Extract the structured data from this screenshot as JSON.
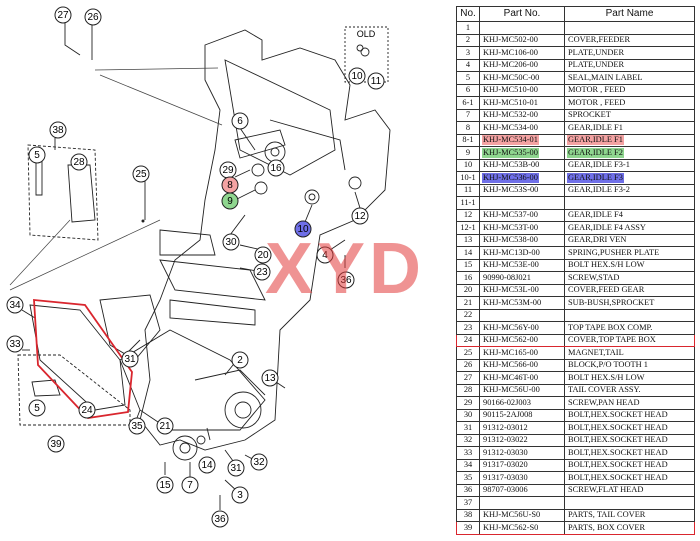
{
  "table": {
    "headers": [
      "No.",
      "Part No.",
      "Part Name"
    ],
    "rows": [
      {
        "no": "1",
        "part": "",
        "name": "",
        "hl": ""
      },
      {
        "no": "2",
        "part": "KHJ-MC502-00",
        "name": "COVER,FEEDER",
        "hl": ""
      },
      {
        "no": "3",
        "part": "KHJ-MC106-00",
        "name": "PLATE,UNDER",
        "hl": ""
      },
      {
        "no": "4",
        "part": "KHJ-MC206-00",
        "name": "PLATE,UNDER",
        "hl": ""
      },
      {
        "no": "5",
        "part": "KHJ-MC50C-00",
        "name": "SEAL,MAIN LABEL",
        "hl": ""
      },
      {
        "no": "6",
        "part": "KHJ-MC510-00",
        "name": "MOTOR , FEED",
        "hl": ""
      },
      {
        "no": "6-1",
        "part": "KHJ-MC510-01",
        "name": "MOTOR , FEED",
        "hl": ""
      },
      {
        "no": "7",
        "part": "KHJ-MC532-00",
        "name": "SPROCKET",
        "hl": ""
      },
      {
        "no": "8",
        "part": "KHJ-MC534-00",
        "name": "GEAR,IDLE F1",
        "hl": ""
      },
      {
        "no": "8-1",
        "part": "KHJ-MC534-01",
        "name": "GEAR,IDLE F1",
        "hl": "red"
      },
      {
        "no": "9",
        "part": "KHJ-MC535-00",
        "name": "GEAR,IDLE F2",
        "hl": "green"
      },
      {
        "no": "10",
        "part": "KHJ-MC53B-00",
        "name": "GEAR,IDLE F3-1",
        "hl": ""
      },
      {
        "no": "10-1",
        "part": "KHJ-MC536-00",
        "name": "GEAR,IDLE F3",
        "hl": "blue"
      },
      {
        "no": "11",
        "part": "KHJ-MC53S-00",
        "name": "GEAR,IDLE F3-2",
        "hl": ""
      },
      {
        "no": "11-1",
        "part": "",
        "name": "",
        "hl": ""
      },
      {
        "no": "12",
        "part": "KHJ-MC537-00",
        "name": "GEAR,IDLE F4",
        "hl": ""
      },
      {
        "no": "12-1",
        "part": "KHJ-MC53T-00",
        "name": "GEAR,IDLE F4 ASSY",
        "hl": ""
      },
      {
        "no": "13",
        "part": "KHJ-MC538-00",
        "name": "GEAR,DRI VEN",
        "hl": ""
      },
      {
        "no": "14",
        "part": "KHJ-MC13D-00",
        "name": "SPRING,PUSHER PLATE",
        "hl": ""
      },
      {
        "no": "15",
        "part": "KHJ-MC53E-00",
        "name": "BOLT HEX.S/H LOW",
        "hl": ""
      },
      {
        "no": "16",
        "part": "90990-08J021",
        "name": "SCREW,STAD",
        "hl": ""
      },
      {
        "no": "20",
        "part": "KHJ-MC53L-00",
        "name": "COVER,FEED GEAR",
        "hl": ""
      },
      {
        "no": "21",
        "part": "KHJ-MC53M-00",
        "name": "SUB-BUSH,SPROCKET",
        "hl": ""
      },
      {
        "no": "22",
        "part": "",
        "name": "",
        "hl": ""
      },
      {
        "no": "23",
        "part": "KHJ-MC56Y-00",
        "name": "TOP TAPE BOX COMP.",
        "hl": ""
      },
      {
        "no": "24",
        "part": "KHJ-MC562-00",
        "name": "COVER,TOP TAPE BOX",
        "hl": "box"
      },
      {
        "no": "25",
        "part": "KHJ-MC165-00",
        "name": "MAGNET,TAIL",
        "hl": ""
      },
      {
        "no": "26",
        "part": "KHJ-MC566-00",
        "name": "BLOCK,P/O TOOTH 1",
        "hl": ""
      },
      {
        "no": "27",
        "part": "KHJ-MC46T-00",
        "name": "BOLT HEX.S/H LOW",
        "hl": ""
      },
      {
        "no": "28",
        "part": "KHJ-MC56U-00",
        "name": "TAIL COVER ASSY.",
        "hl": ""
      },
      {
        "no": "29",
        "part": "90166-02J003",
        "name": "SCREW,PAN HEAD",
        "hl": ""
      },
      {
        "no": "30",
        "part": "90115-2AJ008",
        "name": "BOLT,HEX.SOCKET HEAD",
        "hl": ""
      },
      {
        "no": "31",
        "part": "91312-03012",
        "name": "BOLT,HEX.SOCKET HEAD",
        "hl": ""
      },
      {
        "no": "32",
        "part": "91312-03022",
        "name": "BOLT,HEX.SOCKET HEAD",
        "hl": ""
      },
      {
        "no": "33",
        "part": "91312-03030",
        "name": "BOLT,HEX.SOCKET HEAD",
        "hl": ""
      },
      {
        "no": "34",
        "part": "91317-03020",
        "name": "BOLT,HEX.SOCKET HEAD",
        "hl": ""
      },
      {
        "no": "35",
        "part": "91317-03030",
        "name": "BOLT,HEX.SOCKET HEAD",
        "hl": ""
      },
      {
        "no": "36",
        "part": "98707-03006",
        "name": "SCREW,FLAT HEAD",
        "hl": ""
      },
      {
        "no": "37",
        "part": "",
        "name": "",
        "hl": ""
      },
      {
        "no": "38",
        "part": "KHJ-MC56U-S0",
        "name": "PARTS, TAIL COVER",
        "hl": ""
      },
      {
        "no": "39",
        "part": "KHJ-MC562-S0",
        "name": "PARTS, BOX COVER",
        "hl": "box"
      }
    ]
  },
  "diagram": {
    "old_label": "OLD",
    "watermark": "XYD",
    "callouts": [
      "27",
      "26",
      "10",
      "11",
      "38",
      "5",
      "28",
      "6",
      "29",
      "8",
      "16",
      "9",
      "25",
      "10",
      "12",
      "30",
      "4",
      "36",
      "20",
      "23",
      "34",
      "33",
      "31",
      "2",
      "24",
      "5",
      "35",
      "21",
      "13",
      "14",
      "32",
      "15",
      "7",
      "31",
      "3",
      "36",
      "39"
    ]
  },
  "colors": {
    "red": "#f4a3a3",
    "green": "#8fd68f",
    "blue": "#6f6fe8",
    "box": "#d9262e"
  }
}
